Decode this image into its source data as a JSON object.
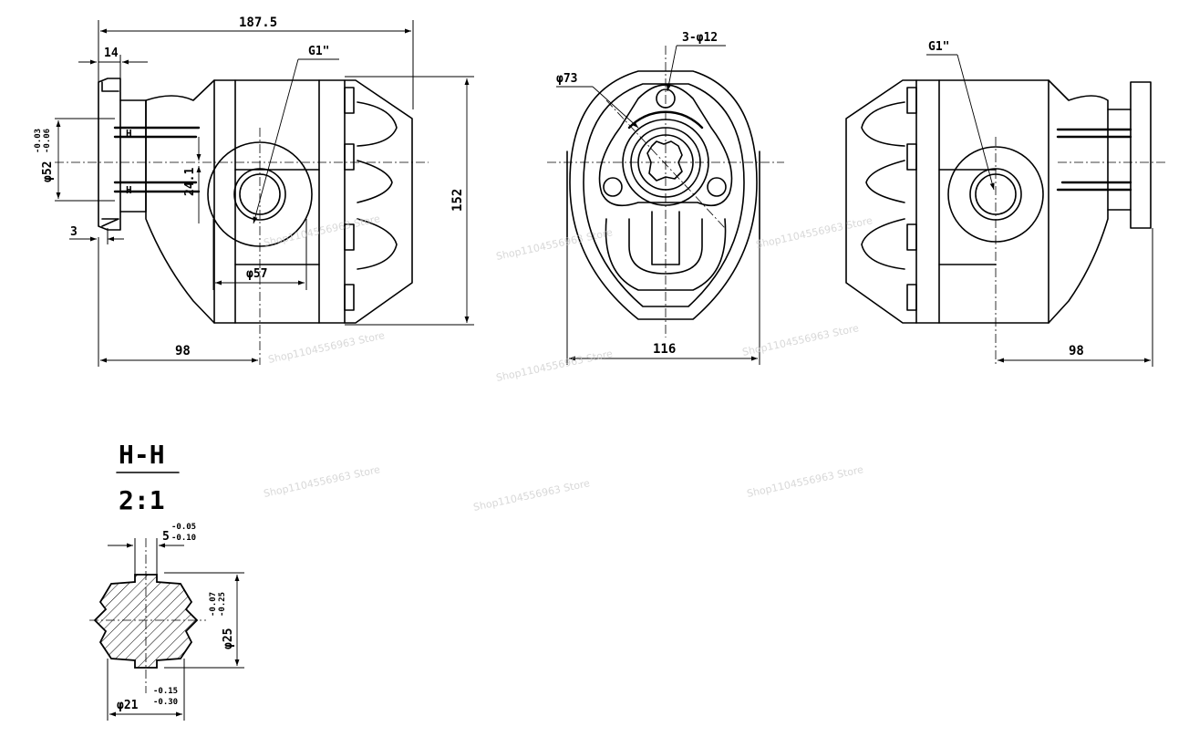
{
  "dimensions": {
    "overall_length": "187.5",
    "flange_thickness": "14",
    "port_label_left": "G1\"",
    "pilot_diameter": "φ52",
    "pilot_tol_upper": "-0.03",
    "pilot_tol_lower": "-0.06",
    "offset_24": "24.1",
    "offset_3": "3",
    "port_circle": "φ57",
    "height_152": "152",
    "length_98_left": "98",
    "holes": "3-φ12",
    "bolt_circle": "φ73",
    "width_116": "116",
    "port_label_right": "G1\"",
    "length_98_right": "98"
  },
  "section": {
    "title": "H-H",
    "scale": "2:1",
    "key_width": "5",
    "key_tol_upper": "-0.05",
    "key_tol_lower": "-0.10",
    "major_dia": "φ25",
    "major_tol_upper": "-0.07",
    "major_tol_lower": "-0.25",
    "minor_dia": "φ21",
    "minor_tol_upper": "-0.15",
    "minor_tol_lower": "-0.30"
  },
  "section_marks": [
    "H",
    "H"
  ],
  "watermark": "Shop1104556963 Store"
}
